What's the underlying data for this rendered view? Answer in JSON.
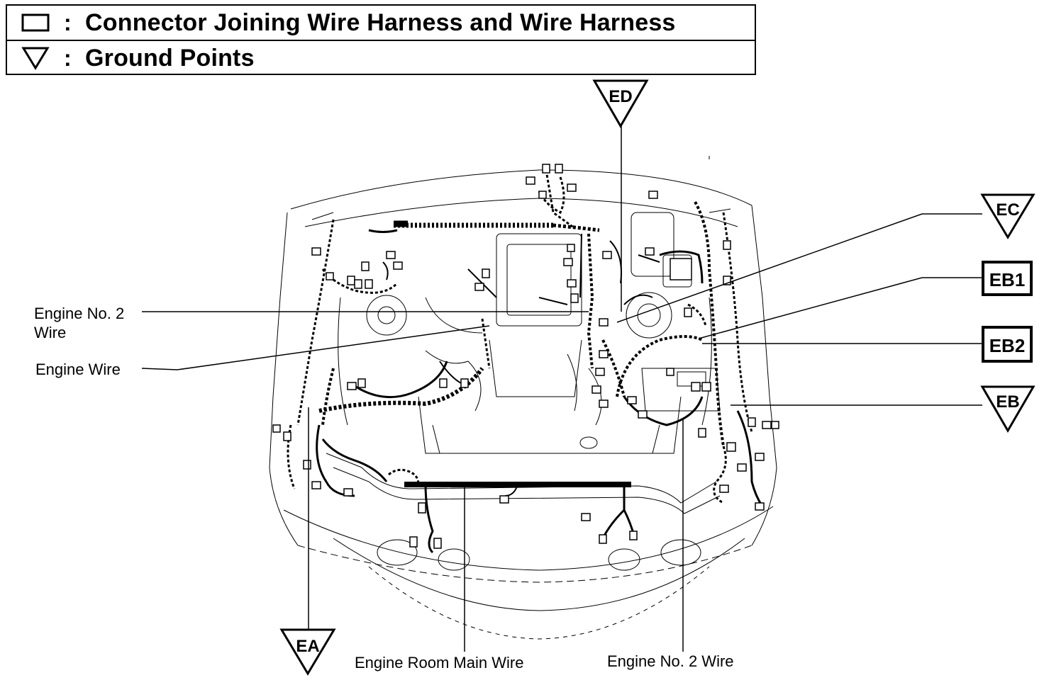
{
  "legend": {
    "connector_colon": ":",
    "connector_text": "Connector Joining Wire Harness and Wire Harness",
    "ground_colon": ":",
    "ground_text": "Ground Points",
    "connector_icon": "square-outline-icon",
    "ground_icon": "triangle-down-outline-icon"
  },
  "ground_points": {
    "ed": "ED",
    "ec": "EC",
    "eb": "EB",
    "ea": "EA"
  },
  "connectors": {
    "eb1": "EB1",
    "eb2": "EB2"
  },
  "labels": {
    "engine_no2_wire_left_line1": "Engine No. 2",
    "engine_no2_wire_left_line2": "Wire",
    "engine_wire": "Engine Wire",
    "engine_room_main_wire": "Engine Room Main Wire",
    "engine_no2_wire_bottom": "Engine No. 2 Wire"
  }
}
